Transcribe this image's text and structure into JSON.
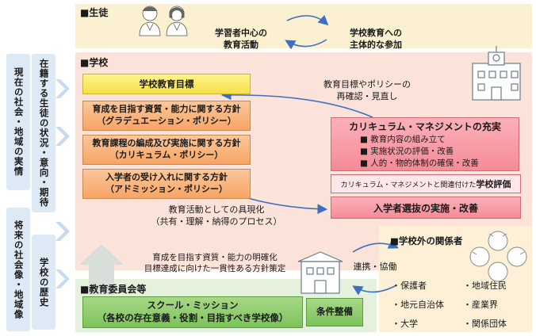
{
  "left_columns": {
    "reality": "現在の社会・地域の実情",
    "future": "将来の社会像・地域像",
    "students_state": "在籍する生徒の状況・意向・期待",
    "history": "学校の歴史"
  },
  "students": {
    "heading": "■生徒",
    "left_caption_1": "学習者中心の",
    "left_caption_2": "教育活動",
    "right_caption_1": "学校教育への",
    "right_caption_2": "主体的な参加"
  },
  "school": {
    "heading": "■学校",
    "goals": "学校教育目標",
    "policy1_line1": "育成を目指す資質・能力に関する方針",
    "policy1_line2": "（グラデュエーション・ポリシー）",
    "policy2_line1": "教育課程の編成及び実施に関する方針",
    "policy2_line2": "（カリキュラム・ポリシー）",
    "policy3_line1": "入学者の受け入れに関する方針",
    "policy3_line2": "（アドミッション・ポリシー）",
    "review_1": "教育目標やポリシーの",
    "review_2": "再確認・見直し",
    "cm_title": "カリキュラム・マネジメントの充実",
    "cm_items": [
      "教育内容の組み立て",
      "実施状況の評価・改善",
      "人的・物的体制の確保・改善"
    ],
    "eval_prefix": "カリキュラム・マネジメントと関連付けた",
    "eval_suffix": "学校評価",
    "admission": "入学者選抜の実施・改善",
    "embody_1": "教育活動としての具現化",
    "embody_2": "（共有・理解・納得のプロセス）"
  },
  "board": {
    "heading": "■教育委員会等",
    "caption_1": "育成を目指す資質・能力の明確化",
    "caption_2": "目標達成に向けた一貫性ある方針策定",
    "mission_1": "スクール・ミッション",
    "mission_2": "（各校の存在意義・役割・目指すべき学校像）",
    "conditions": "条件整備"
  },
  "outside": {
    "heading": "■学校外の関係者",
    "link": "連携・協働",
    "items": [
      "保護者",
      "地域住民",
      "地元自治体",
      "産業界",
      "大学",
      "関係団体"
    ]
  },
  "colors": {
    "student_band": "#fbf0cf",
    "school_band": "#fbe3d9",
    "board_band": "#e4f1dc",
    "outside_band": "#fdf0d6",
    "arrow_blue": "#3f6fc0"
  }
}
